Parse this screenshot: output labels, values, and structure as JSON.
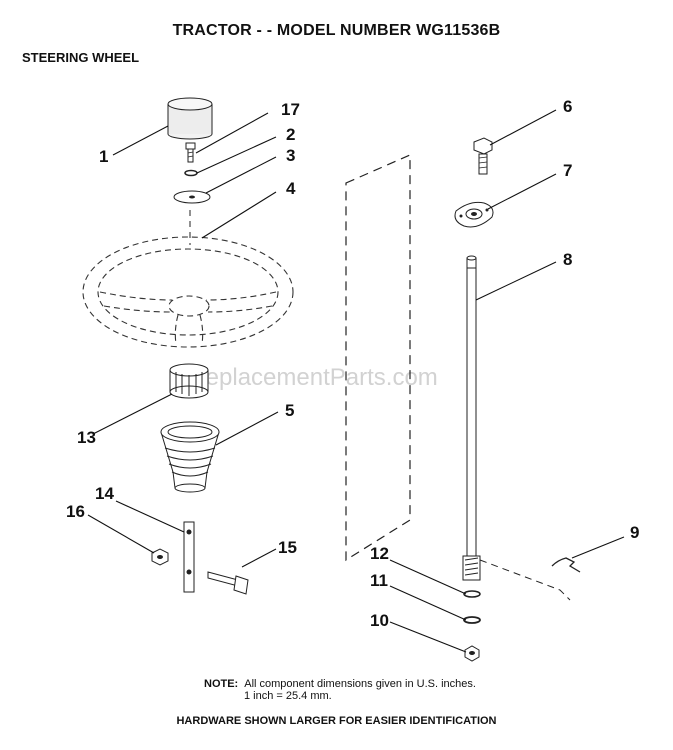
{
  "title": "TRACTOR - - MODEL NUMBER WG11536B",
  "subtitle": "STEERING WHEEL",
  "watermark": "eReplacementParts.com",
  "note": {
    "label": "NOTE:",
    "line1": "All component dimensions given in U.S. inches.",
    "line2": "1 inch = 25.4 mm."
  },
  "footer": "HARDWARE SHOWN LARGER FOR EASIER IDENTIFICATION",
  "callouts": {
    "c1": "1",
    "c2": "2",
    "c3": "3",
    "c4": "4",
    "c5": "5",
    "c6": "6",
    "c7": "7",
    "c8": "8",
    "c9": "9",
    "c10": "10",
    "c11": "11",
    "c12": "12",
    "c13": "13",
    "c14": "14",
    "c15": "15",
    "c16": "16",
    "c17": "17"
  }
}
